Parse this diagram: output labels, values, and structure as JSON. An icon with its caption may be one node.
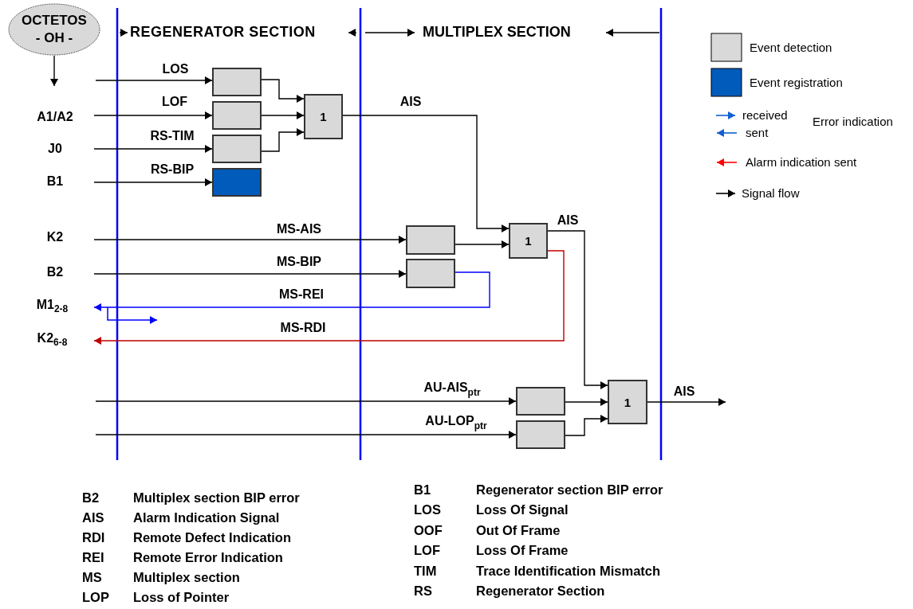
{
  "diagram": {
    "nodes": [
      {
        "text": [
          "OCTETOS - OH -"
        ]
      },
      {
        "text": [
          "A1/A2"
        ]
      },
      {
        "text": [
          "J0"
        ]
      },
      {
        "text": [
          "B1"
        ]
      },
      {
        "text": [
          "K2"
        ]
      },
      {
        "text": [
          "B2"
        ]
      },
      {
        "text": [
          "M1$_{2-8}$"
        ]
      },
      {
        "text": [
          "K2$_{6-8}$"
        ]
      },
      {
        "text": [],
        "shape": "box"
      },
      {
        "text": [],
        "shape": "box"
      },
      {
        "text": [],
        "shape": "box"
      },
      {
        "text": [],
        "shape": "box"
      },
      {
        "text": [
          "1"
        ]
      },
      {
        "text": [],
        "shape": "box"
      },
      {
        "text": [],
        "shape": "box"
      },
      {
        "text": [
          "1"
        ]
      },
      {
        "text": [],
        "shape": "box"
      },
      {
        "text": [],
        "shape": "box"
      },
      {
        "text": [
          "1"
        ]
      }
    ],
    "edges": [
      {
        "from": 0,
        "to": 1,
        "arrow": "to"
      },
      {
        "from": null,
        "to": 8,
        "arrow": "to",
        "label": "LOS"
      },
      {
        "from": 1,
        "to": 9,
        "arrow": "to",
        "label": "LOF"
      },
      {
        "from": 2,
        "to": 10,
        "arrow": "to",
        "label": "RS-TIM"
      },
      {
        "from": 3,
        "to": 11,
        "arrow": "to",
        "label": "RS-BIP"
      },
      {
        "from": 8,
        "to": 12,
        "arrow": "to"
      },
      {
        "from": 9,
        "to": 12,
        "arrow": "to"
      },
      {
        "from": 10,
        "to": 12,
        "arrow": "to"
      },
      {
        "from": 12,
        "to": 15,
        "arrow": "to",
        "label": "AIS"
      },
      {
        "from": 4,
        "to": 13,
        "arrow": "to",
        "label": "MS-AIS"
      },
      {
        "from": 5,
        "to": 14,
        "arrow": "to",
        "label": "MS-BIP"
      },
      {
        "from": 13,
        "to": 15,
        "arrow": "to"
      },
      {
        "from": 14,
        "to": 6,
        "arrow": "to",
        "label": "MS-REI",
        "color": "#0000ff"
      },
      {
        "from": 15,
        "to": 7,
        "arrow": "to",
        "label": "MS-RDI",
        "color": "#c00000"
      },
      {
        "from": 15,
        "to": 18,
        "arrow": "to",
        "label": "AIS"
      },
      {
        "from": null,
        "to": 16,
        "arrow": "to",
        "label": "AU-AIS$_{ptr}$"
      },
      {
        "from": null,
        "to": 17,
        "arrow": "to",
        "label": "AU-LOP$_{ptr}$"
      },
      {
        "from": 16,
        "to": 18,
        "arrow": "to"
      },
      {
        "from": 17,
        "to": 18,
        "arrow": "to"
      },
      {
        "from": 18,
        "to": null,
        "arrow": "to",
        "label": "AIS"
      }
    ],
    "labels": [
      "REGENERATOR  SECTION",
      "MULTIPLEX SECTION",
      "Error indication",
      "B2",
      "Multiplex section BIP error",
      "AIS",
      "Alarm Indication Signal",
      "RDI",
      "Remote Defect Indication",
      "REI",
      "Remote Error Indication",
      "MS",
      "Multiplex section",
      "LOP",
      "Loss of Pointer",
      "B1",
      "Regenerator section BIP error",
      "LOS",
      "Loss Of Signal",
      "OOF",
      "Out Of Frame",
      "LOF",
      "Loss Of Frame",
      "TIM",
      "Trace Identification Mismatch",
      "RS",
      "Regenerator Section"
    ],
    "legend": [
      {
        "text": "Event detection",
        "color": "#d9d9d9"
      },
      {
        "text": "Event registration",
        "color": "#005bbb"
      },
      {
        "text": "received"
      },
      {
        "text": "sent"
      },
      {
        "text": "Alarm indication sent"
      },
      {
        "text": "Signal flow"
      }
    ]
  }
}
